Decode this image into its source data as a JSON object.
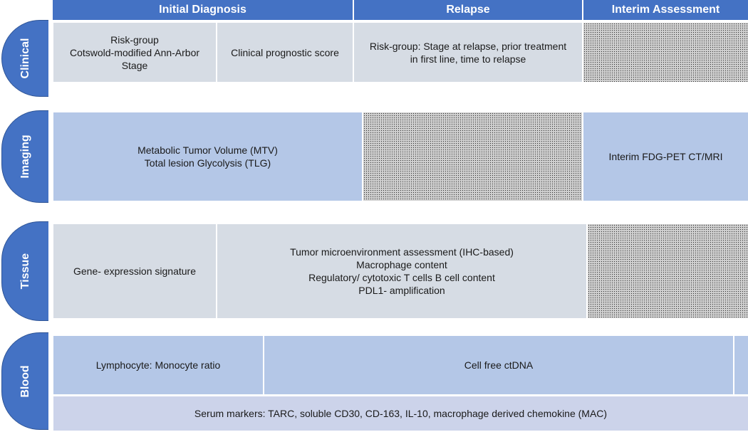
{
  "phases": [
    {
      "label": "Initial Diagnosis"
    },
    {
      "label": "Relapse"
    },
    {
      "label": "Interim Assessment"
    }
  ],
  "rows": {
    "clinical": {
      "label": "Clinical",
      "cells": [
        {
          "text": "Risk-group\nCotswold-modified Ann-Arbor\nStage"
        },
        {
          "text": "Clinical prognostic score"
        },
        {
          "text": "Risk-group: Stage at relapse, prior treatment\nin first line, time to relapse"
        }
      ]
    },
    "imaging": {
      "label": "Imaging",
      "cells": [
        {
          "text": "Metabolic Tumor Volume (MTV)\nTotal lesion Glycolysis (TLG)"
        },
        {
          "text": "Interim FDG-PET CT/MRI"
        }
      ]
    },
    "tissue": {
      "label": "Tissue",
      "cells": [
        {
          "text": "Gene- expression signature"
        },
        {
          "text": "Tumor microenvironment assessment (IHC-based)\nMacrophage content\nRegulatory/ cytotoxic T cells B cell content\nPDL1- amplification"
        }
      ]
    },
    "blood": {
      "label": "Blood",
      "cells": [
        {
          "text": "Lymphocyte: Monocyte ratio"
        },
        {
          "text": "Cell free ctDNA"
        },
        {
          "text": "Serum markers: TARC, soluble CD30, CD-163, IL-10, macrophage derived chemokine (MAC)"
        }
      ]
    }
  }
}
